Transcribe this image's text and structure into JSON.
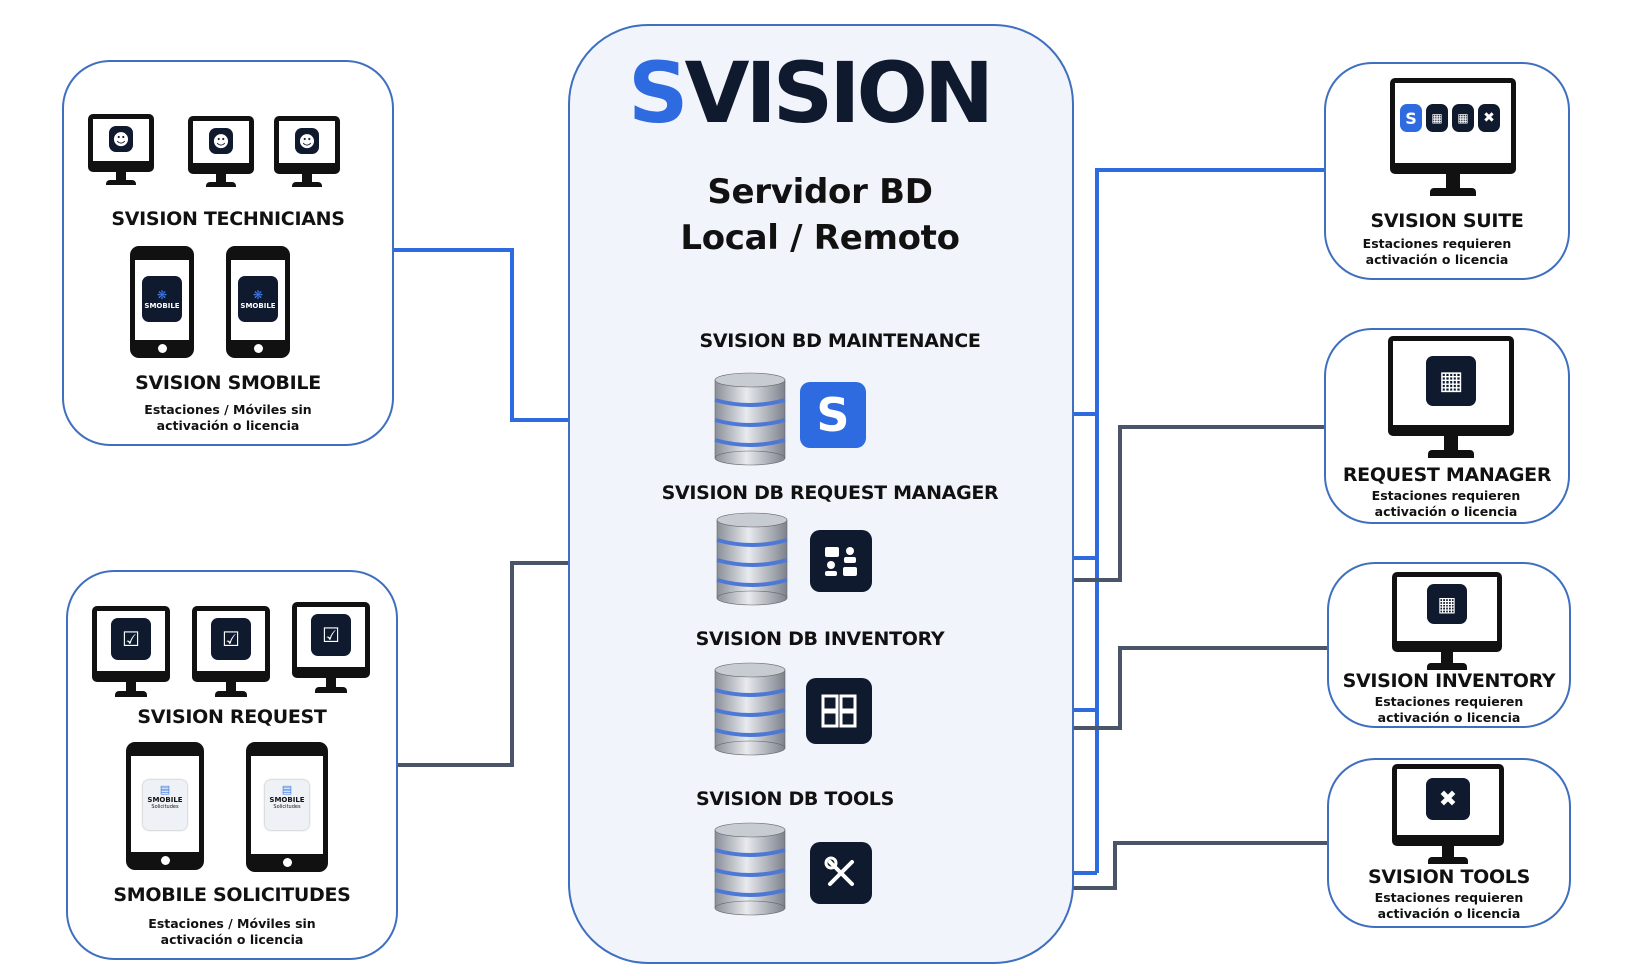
{
  "logo": {
    "text": "SVISION",
    "first_letter": "S",
    "rest": "VISION",
    "accent": "#2f6be0",
    "dark": "#0f1a2e"
  },
  "server": {
    "line1": "Servidor BD",
    "line2": "Local / Remoto"
  },
  "databases": [
    {
      "label": "SVISION BD MAINTENANCE",
      "icon": "s-logo-icon"
    },
    {
      "label": "SVISION DB REQUEST MANAGER",
      "icon": "request-manager-icon"
    },
    {
      "label": "SVISION DB INVENTORY",
      "icon": "inventory-icon"
    },
    {
      "label": "SVISION DB TOOLS",
      "icon": "tools-icon"
    }
  ],
  "left_top": {
    "technicians_label": "SVISION TECHNICIANS",
    "smobile_label": "SVISION SMOBILE",
    "smobile_app": "SMOBILE",
    "note_line1": "Estaciones / Móviles sin",
    "note_line2": "activación o licencia"
  },
  "left_bottom": {
    "request_label": "SVISION REQUEST",
    "solicitudes_label": "SMOBILE SOLICITUDES",
    "app_title": "SMOBILE",
    "app_sub": "Solicitudes",
    "note_line1": "Estaciones / Móviles sin",
    "note_line2": "activación o licencia"
  },
  "right": [
    {
      "label": "SVISION SUITE",
      "note_line1": "Estaciones requieren",
      "note_line2": "activación o licencia"
    },
    {
      "label": "REQUEST MANAGER",
      "note_line1": "Estaciones requieren",
      "note_line2": "activación o licencia"
    },
    {
      "label": "SVISION INVENTORY",
      "note_line1": "Estaciones requieren",
      "note_line2": "activación o licencia"
    },
    {
      "label": "SVISION TOOLS",
      "note_line1": "Estaciones requieren",
      "note_line2": "activación o licencia"
    }
  ],
  "colors": {
    "blue_line": "#2f6be0",
    "gray_line": "#4a5668",
    "border": "#3f6fc0",
    "panel": "#f1f4fa"
  }
}
